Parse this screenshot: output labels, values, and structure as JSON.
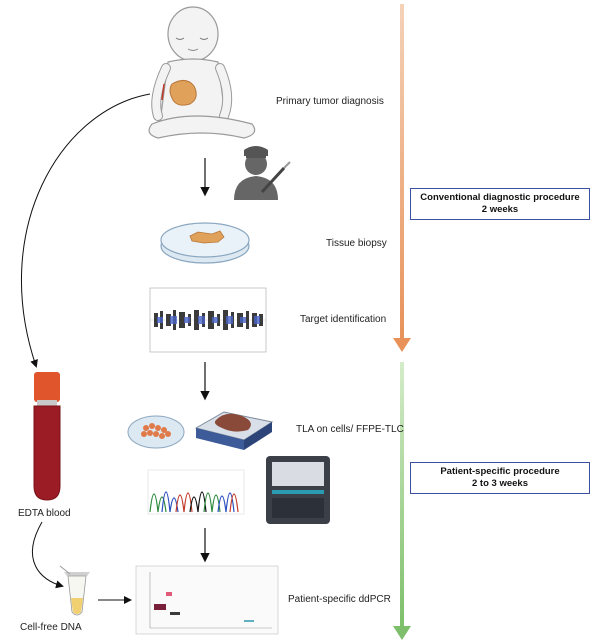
{
  "steps": {
    "primary_tumor_diagnosis": "Primary tumor diagnosis",
    "tissue_biopsy": "Tissue biopsy",
    "target_identification": "Target identification",
    "tla": "TLA on cells/ FFPE-TLC",
    "ddpcr": "Patient-specific ddPCR",
    "edta_blood": "EDTA blood",
    "cell_free_dna": "Cell-free DNA"
  },
  "procedures": {
    "conventional": {
      "title": "Conventional diagnostic procedure",
      "duration": "2 weeks",
      "color": "#e8925a"
    },
    "patient_specific": {
      "title": "Patient-specific procedure",
      "duration": "2 to 3 weeks",
      "color": "#7dbf6a"
    }
  },
  "colors": {
    "box_border": "#3a4fa0",
    "tumor": "#e0a25a",
    "blood": "#9b1c24",
    "cap": "#e0552b"
  }
}
